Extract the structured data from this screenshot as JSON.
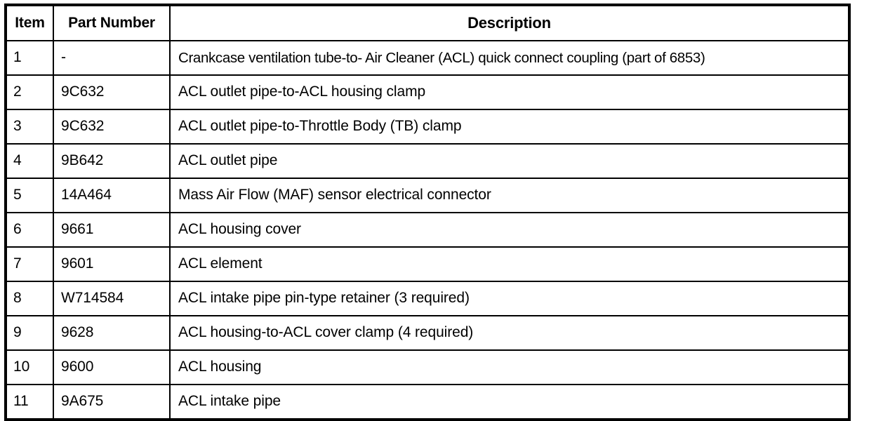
{
  "table": {
    "name": "parts-legend-table",
    "columns": [
      {
        "key": "item",
        "label": "Item",
        "align": "center"
      },
      {
        "key": "part_number",
        "label": "Part Number",
        "align": "center"
      },
      {
        "key": "description",
        "label": "Description",
        "align": "center"
      }
    ],
    "rows": [
      {
        "item": "1",
        "part_number": "-",
        "description": "Crankcase ventilation tube-to- Air Cleaner (ACL) quick connect coupling (part of 6853)"
      },
      {
        "item": "2",
        "part_number": "9C632",
        "description": "ACL outlet pipe-to-ACL housing clamp"
      },
      {
        "item": "3",
        "part_number": "9C632",
        "description": "ACL outlet pipe-to-Throttle Body (TB) clamp"
      },
      {
        "item": "4",
        "part_number": "9B642",
        "description": "ACL outlet pipe"
      },
      {
        "item": "5",
        "part_number": "14A464",
        "description": "Mass Air Flow (MAF) sensor electrical connector"
      },
      {
        "item": "6",
        "part_number": "9661",
        "description": "ACL housing cover"
      },
      {
        "item": "7",
        "part_number": "9601",
        "description": "ACL element"
      },
      {
        "item": "8",
        "part_number": "W714584",
        "description": "ACL intake pipe pin-type retainer (3 required)"
      },
      {
        "item": "9",
        "part_number": "9628",
        "description": "ACL housing-to-ACL cover clamp (4 required)"
      },
      {
        "item": "10",
        "part_number": "9600",
        "description": "ACL housing"
      },
      {
        "item": "11",
        "part_number": "9A675",
        "description": "ACL intake pipe"
      }
    ]
  },
  "colors": {
    "border": "#000000",
    "text": "#000000",
    "background": "#ffffff"
  }
}
